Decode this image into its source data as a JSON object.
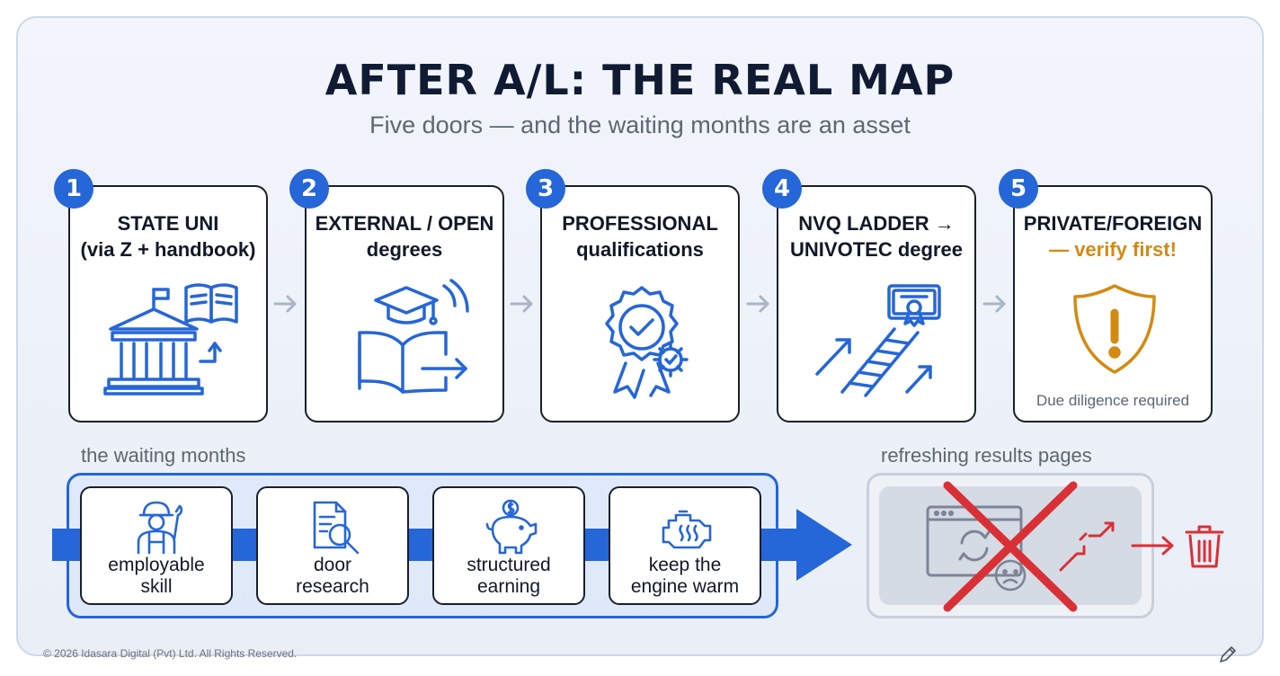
{
  "header": {
    "title": "AFTER A/L: THE REAL MAP",
    "subtitle": "Five doors — and the waiting months are an asset"
  },
  "doors": [
    {
      "number": "1",
      "title": [
        "STATE UNI",
        "(via Z + handbook)"
      ],
      "icon": "university-building-icon"
    },
    {
      "number": "2",
      "title": [
        "EXTERNAL / OPEN",
        "degrees"
      ],
      "icon": "graduation-book-icon"
    },
    {
      "number": "3",
      "title": [
        "PROFESSIONAL",
        "qualifications"
      ],
      "icon": "certificate-badge-icon"
    },
    {
      "number": "4",
      "title": [
        "NVQ LADDER →",
        "UNIVOTEC degree"
      ],
      "icon": "ladder-certificate-icon"
    },
    {
      "number": "5",
      "title": [
        "PRIVATE/FOREIGN",
        "— verify first!"
      ],
      "icon": "warning-shield-icon",
      "note": "Due diligence required"
    }
  ],
  "waiting": {
    "label": "the waiting months",
    "items": [
      {
        "label": [
          "employable",
          "skill"
        ],
        "icon": "worker-wrench-icon"
      },
      {
        "label": [
          "door",
          "research"
        ],
        "icon": "document-search-icon"
      },
      {
        "label": [
          "structured",
          "earning"
        ],
        "icon": "piggy-bank-icon"
      },
      {
        "label": [
          "keep the",
          "engine warm"
        ],
        "icon": "engine-icon"
      }
    ]
  },
  "refreshing": {
    "label": "refreshing results pages",
    "icons": [
      "browser-refresh-icon",
      "sad-face-icon",
      "broken-stairs-icon",
      "trash-icon"
    ]
  },
  "colors": {
    "accent": "#2566d8",
    "warning": "#d48a11",
    "danger": "#d93036",
    "text_dark": "#101b33",
    "text_muted": "#5d6675"
  },
  "footer": {
    "copyright": "© 2026 Idasara Digital (Pvt) Ltd. All Rights Reserved."
  }
}
